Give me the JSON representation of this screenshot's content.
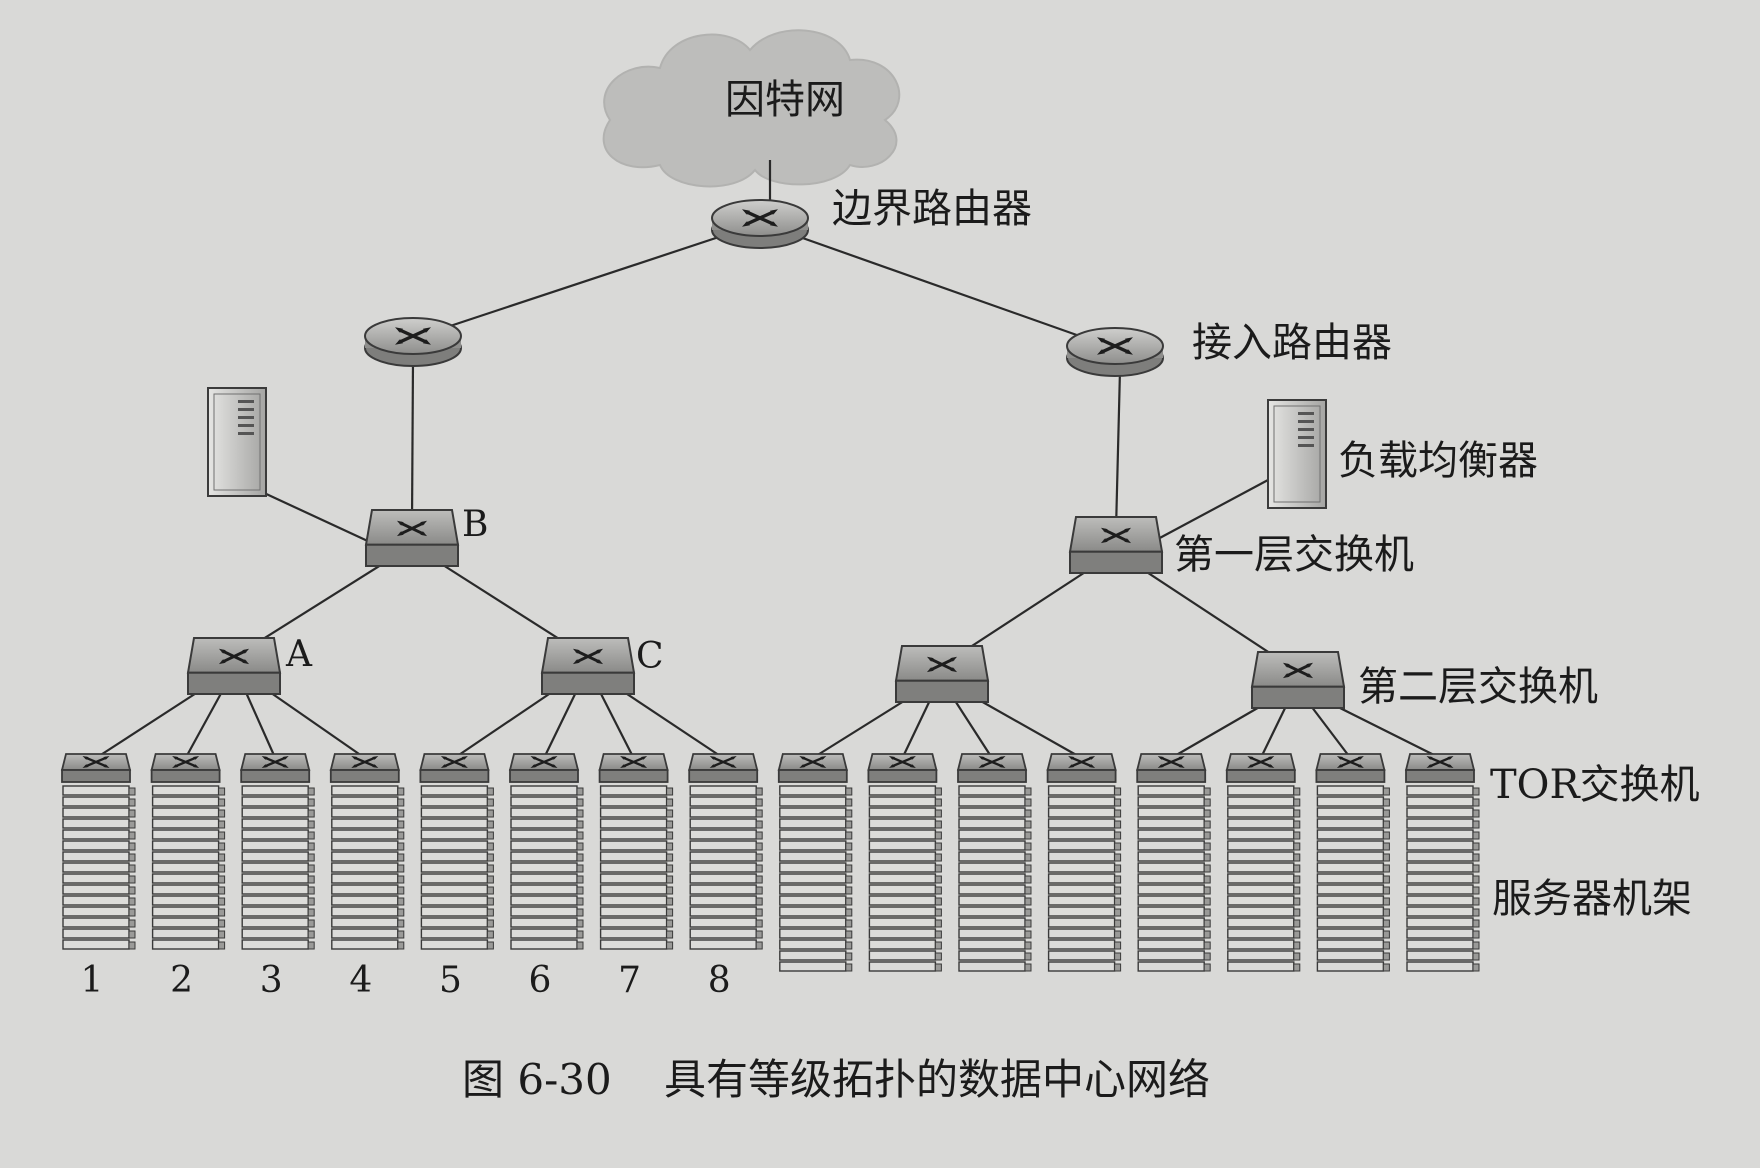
{
  "labels": {
    "internet": "因特网",
    "border_router": "边界路由器",
    "access_router": "接入路由器",
    "load_balancer": "负载均衡器",
    "tier1_switch": "第一层交换机",
    "tier2_switch": "第二层交换机",
    "tor_switch": "TOR交换机",
    "server_rack": "服务器机架",
    "switch_a": "A",
    "switch_b": "B",
    "switch_c": "C"
  },
  "rack_numbers": [
    "1",
    "2",
    "3",
    "4",
    "5",
    "6",
    "7",
    "8"
  ],
  "caption": {
    "figure_number": "图 6-30",
    "title": "具有等级拓扑的数据中心网络"
  },
  "colors": {
    "background": "#d9d9d7",
    "line": "#2a2a2a",
    "device": "#9a9a98",
    "device_top": "#b8b8b6",
    "cloud": "#bdbdbb"
  }
}
